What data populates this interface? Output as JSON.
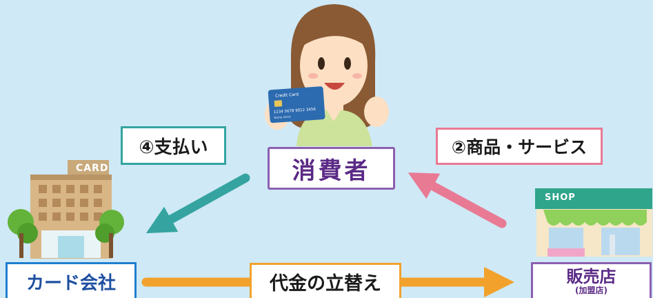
{
  "nodes": {
    "consumer": "消費者",
    "card_company": "カード会社",
    "shop": "販売店",
    "shop_sub": "(加盟店)"
  },
  "edges": {
    "payment": "④支払い",
    "goods_services": "②商品・サービス",
    "advance_payment": "代金の立替え"
  },
  "illustration": {
    "building_sign": "CARD",
    "shop_sign": "SHOP",
    "credit_card_title": "Credit Card",
    "credit_card_number": "1234 5678 9012 3456",
    "credit_card_name": "Name name"
  },
  "colors": {
    "background": "#cfe9f6",
    "consumer_border": "#8c5fb0",
    "payment_arrow": "#35a4a0",
    "goods_arrow": "#e87a93",
    "card_company_border": "#1f7fcf",
    "advance_arrow": "#f2a22c"
  }
}
